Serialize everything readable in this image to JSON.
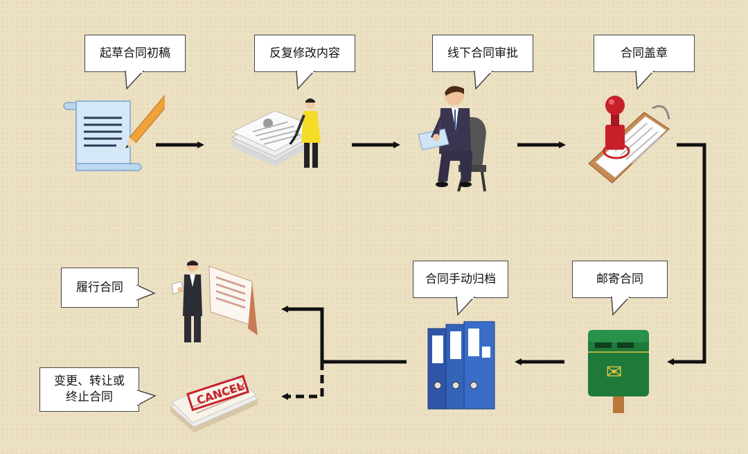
{
  "steps": {
    "draft": "起草合同初稿",
    "revise": "反复修改内容",
    "approve": "线下合同审批",
    "seal": "合同盖章",
    "mail": "邮寄合同",
    "archive": "合同手动归档",
    "perform": "履行合同",
    "change": "变更、转让或\n终止合同"
  },
  "stamp_text": "CANCEL",
  "colors": {
    "background": "#ece0c2",
    "arrow": "#111111",
    "binder": "#2f55a8",
    "mailbox": "#1f7a3a",
    "stamp": "#c8202a"
  }
}
